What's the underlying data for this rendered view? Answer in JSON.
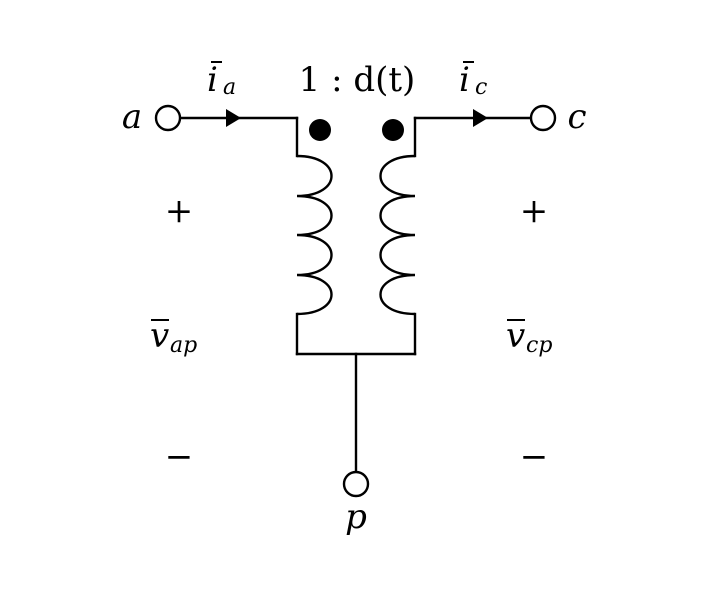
{
  "diagram": {
    "terminals": {
      "a": "a",
      "c": "c",
      "p": "p"
    },
    "ratio_label": "1 : d(t)",
    "currents": {
      "left": {
        "symbol": "i",
        "subscript": "a"
      },
      "right": {
        "symbol": "i",
        "subscript": "c"
      }
    },
    "voltages": {
      "left": {
        "symbol": "v",
        "subscript": "ap",
        "plus": "+",
        "minus": "−"
      },
      "right": {
        "symbol": "v",
        "subscript": "cp",
        "plus": "+",
        "minus": "−"
      }
    }
  }
}
